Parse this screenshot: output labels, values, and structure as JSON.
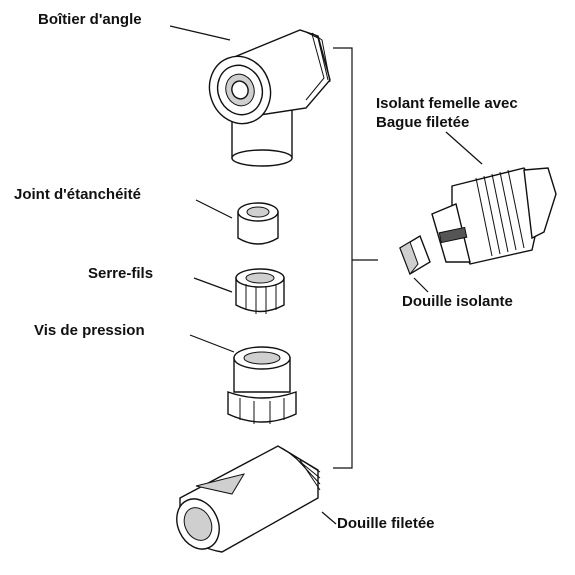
{
  "labels": {
    "angle_housing": "Boîtier d'angle",
    "seal": "Joint d'étanchéité",
    "cable_clamp": "Serre-fils",
    "pressure_screw": "Vis de pression",
    "female_insert_line1": "Isolant femelle avec",
    "female_insert_line2": "Bague filetée",
    "insulating_sleeve": "Douille isolante",
    "threaded_sleeve": "Douille filetée"
  },
  "colors": {
    "ink": "#111111",
    "shade": "#cfcfcf",
    "background": "#ffffff"
  }
}
